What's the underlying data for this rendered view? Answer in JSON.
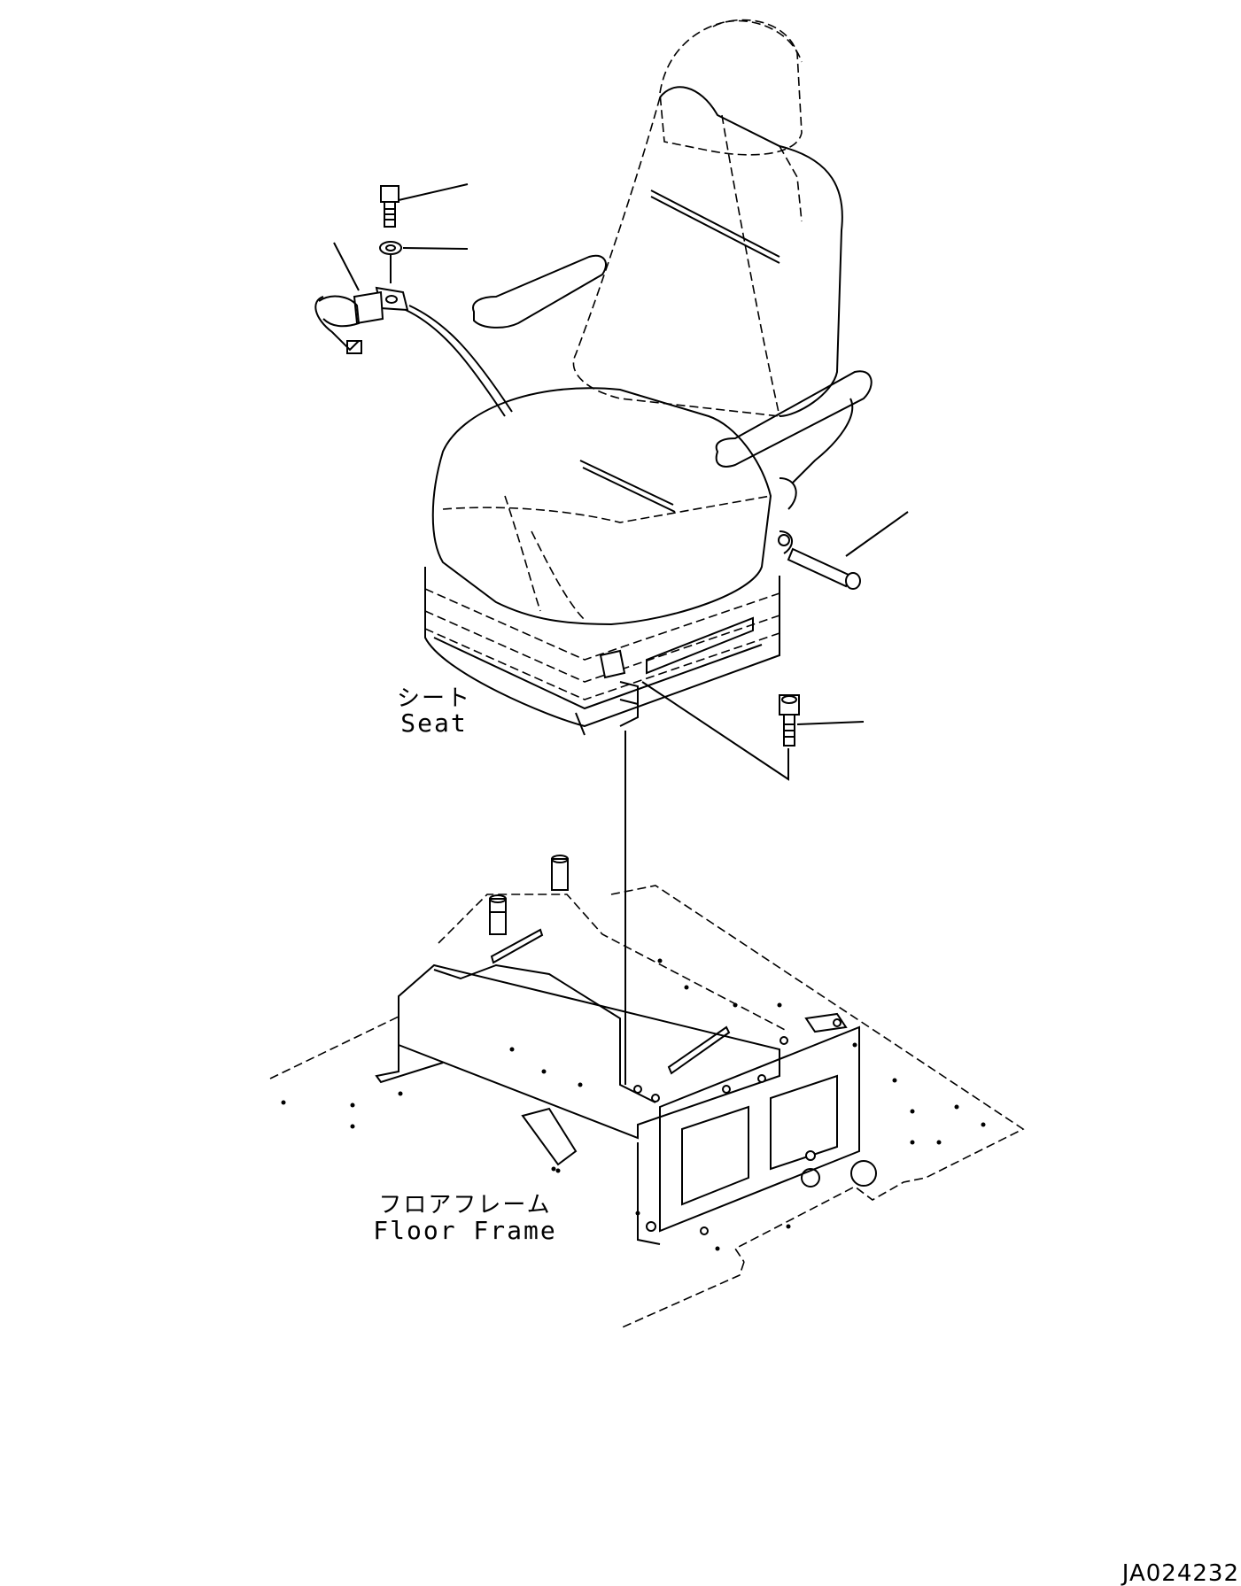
{
  "labels": {
    "seat_jp": "シート",
    "seat_en": "Seat",
    "floor_frame_jp": "フロアフレーム",
    "floor_frame_en": "Floor Frame"
  },
  "drawing_code": "JA024232",
  "colors": {
    "line": "#000000",
    "background": "#ffffff"
  }
}
